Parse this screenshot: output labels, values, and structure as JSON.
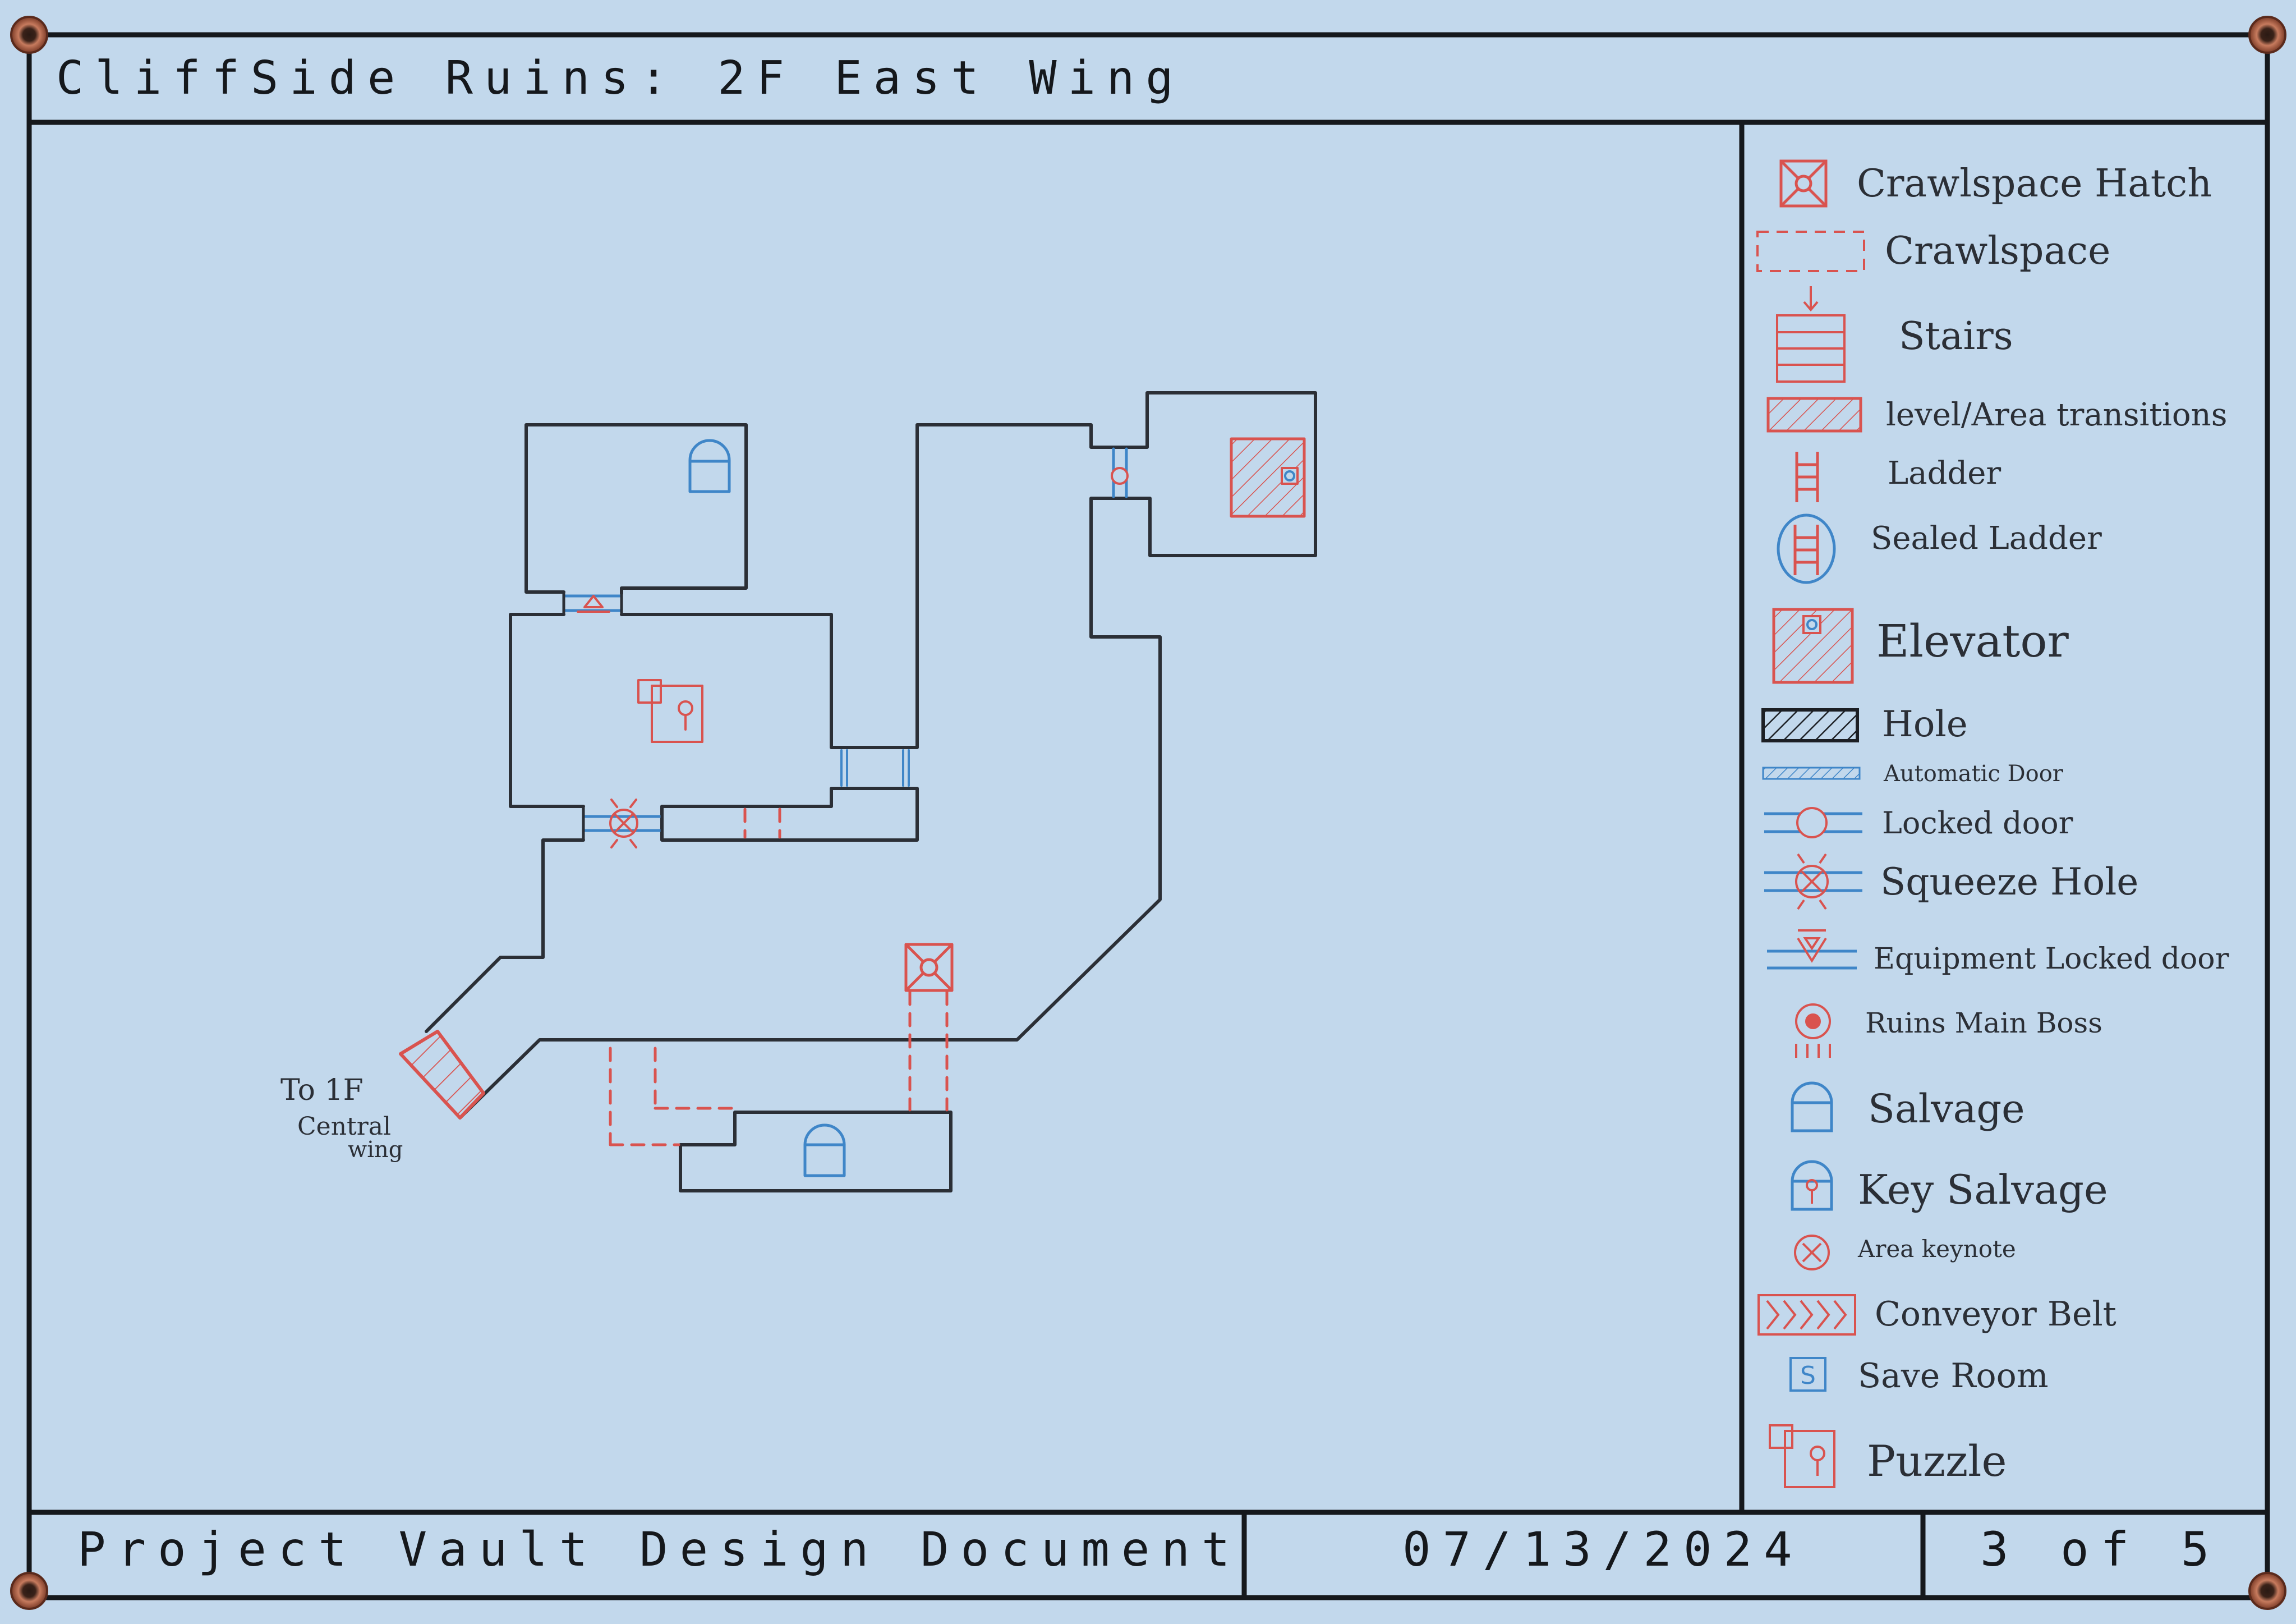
{
  "header": {
    "title": "CliffSide Ruins: 2F East Wing"
  },
  "footer": {
    "project": "Project Vault Design Document",
    "date": "07/13/2024",
    "page": "3 of 5"
  },
  "map": {
    "note_lines": [
      "To 1F",
      "Central",
      "wing"
    ]
  },
  "legend": {
    "items": [
      {
        "label": "Crawlspace Hatch",
        "icon": "crawlspace-hatch-icon"
      },
      {
        "label": "Crawlspace",
        "icon": "crawlspace-icon"
      },
      {
        "label": "Stairs",
        "icon": "stairs-icon"
      },
      {
        "label": "level/Area transitions",
        "icon": "area-transition-icon"
      },
      {
        "label": "Ladder",
        "icon": "ladder-icon"
      },
      {
        "label": "Sealed Ladder",
        "icon": "sealed-ladder-icon"
      },
      {
        "label": "Elevator",
        "icon": "elevator-icon"
      },
      {
        "label": "Hole",
        "icon": "hole-icon"
      },
      {
        "label": "Automatic Door",
        "icon": "automatic-door-icon"
      },
      {
        "label": "Locked door",
        "icon": "locked-door-icon"
      },
      {
        "label": "Squeeze Hole",
        "icon": "squeeze-hole-icon"
      },
      {
        "label": "Equipment Locked door",
        "icon": "equipment-locked-door-icon"
      },
      {
        "label": "Ruins Main Boss",
        "icon": "boss-icon"
      },
      {
        "label": "Salvage",
        "icon": "salvage-icon"
      },
      {
        "label": "Key Salvage",
        "icon": "key-salvage-icon"
      },
      {
        "label": "Area keynote",
        "icon": "area-keynote-icon"
      },
      {
        "label": "Conveyor Belt",
        "icon": "conveyor-belt-icon"
      },
      {
        "label": "Save Room",
        "icon": "save-room-icon"
      },
      {
        "label": "Puzzle",
        "icon": "puzzle-icon"
      }
    ]
  },
  "colors": {
    "background": "#c2d8ec",
    "ink": "#15181c",
    "pencil": "#2b2f36",
    "red": "#d9534f",
    "blue": "#3f86c8",
    "screw": "#b4654a"
  }
}
